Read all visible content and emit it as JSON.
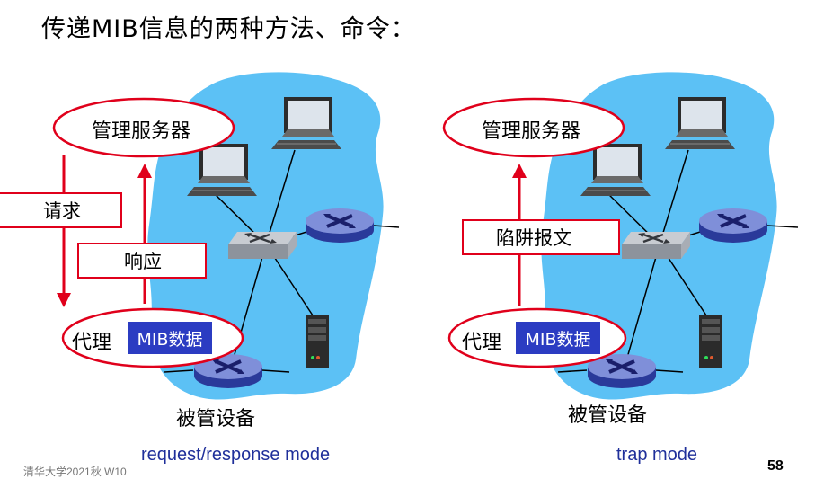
{
  "title": "传递MIB信息的两种方法、命令：",
  "left": {
    "manager_label": "管理服务器",
    "request_label": "请求",
    "response_label": "响应",
    "agent_label": "代理",
    "mib_label": "MIB数据",
    "device_label": "被管设备",
    "caption": "request/response mode"
  },
  "right": {
    "manager_label": "管理服务器",
    "trap_label": "陷阱报文",
    "agent_label": "代理",
    "mib_label": "MIB数据",
    "device_label": "被管设备",
    "caption": "trap mode"
  },
  "footer": "清华大学2021秋 W10",
  "page_number": "58",
  "colors": {
    "network_blob": "#5cc1f5",
    "accent_red": "#e0001b",
    "mib_blue": "#2b3cc2",
    "caption_blue": "#1f2f9a"
  }
}
